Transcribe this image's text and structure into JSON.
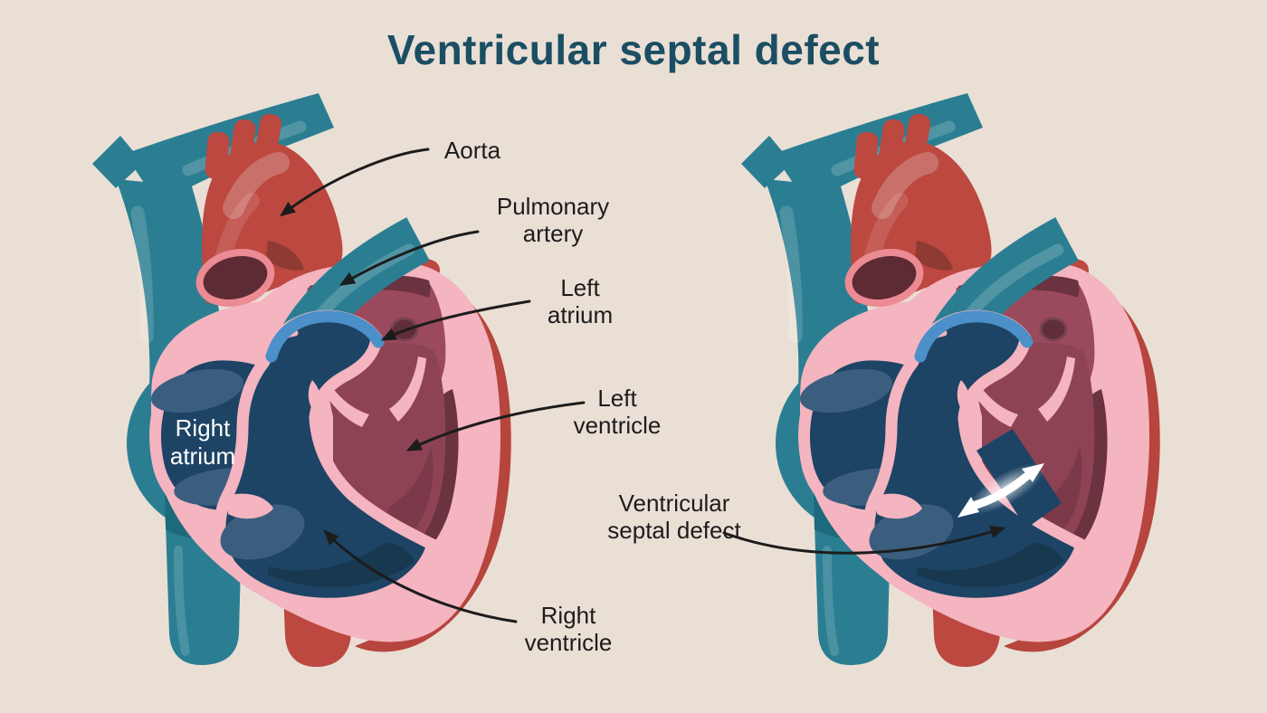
{
  "title": "Ventricular septal defect",
  "normal_heart": {
    "name": "normal heart (cross-section)",
    "callouts": {
      "aorta": "Aorta",
      "pulmonary_artery": "Pulmonary artery",
      "left_atrium": "Left atrium",
      "left_ventricle": "Left ventricle",
      "right_ventricle": "Right ventricle"
    },
    "internal_label": {
      "right_atrium": "Right atrium"
    }
  },
  "defect_heart": {
    "name": "heart with ventricular septal defect (cross-section)",
    "callouts": {
      "ventricular_septal_defect": "Ventricular septal defect"
    }
  },
  "colors": {
    "background": "#eadfd5",
    "title_text": "#1b4e63",
    "callout_text": "#1c1c1c",
    "internal_label_text": "#ffffff",
    "oxygenated_red": "#bc4840",
    "oxygenated_red_dark": "#9c3b35",
    "deoxygenated_teal": "#2b7e92",
    "deoxygenated_teal_dark": "#1e6a7d",
    "myocardium_pink": "#f4b4c0",
    "aortic_valve_ring_salmon": "#ec8b93",
    "left_chamber_maroon": "#8e4355",
    "left_chamber_dark_lining": "#6b323f",
    "right_chamber_navy": "#1d4465",
    "right_chamber_light_slate": "#3c5e7e",
    "pulmonary_valve_blue": "#4b90c8",
    "flow_arrow": "#ffffff",
    "leader_line": "#1c1c1c"
  }
}
